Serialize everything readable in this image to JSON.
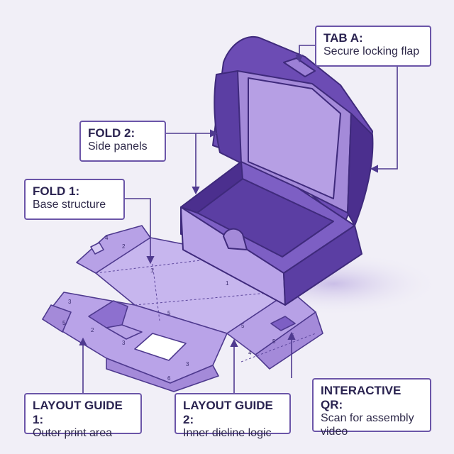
{
  "colors": {
    "background": "#f1eff7",
    "outline": "#4f3a8f",
    "panel_light": "#c4b2ec",
    "panel_mid": "#a48ad9",
    "panel_dark": "#6c4cb4",
    "panel_deep": "#4b2f8e",
    "callout_border": "#6b55a8"
  },
  "callouts": {
    "tab_a": {
      "title": "TAB A:",
      "desc": "Secure locking flap"
    },
    "fold_2": {
      "title": "FOLD 2:",
      "desc": "Side panels"
    },
    "fold_1": {
      "title": "FOLD 1:",
      "desc": "Base structure"
    },
    "layout_guide_1": {
      "title": "LAYOUT GUIDE 1:",
      "desc": "Outer print area"
    },
    "layout_guide_2": {
      "title": "LAYOUT GUIDE 2:",
      "desc": "Inner dieline logic"
    },
    "interactive_qr": {
      "title": "INTERACTIVE QR:",
      "desc": "Scan for assembly video"
    }
  },
  "dieline_marks": {
    "numbers": [
      "1",
      "2",
      "3",
      "4",
      "5",
      "6"
    ]
  }
}
